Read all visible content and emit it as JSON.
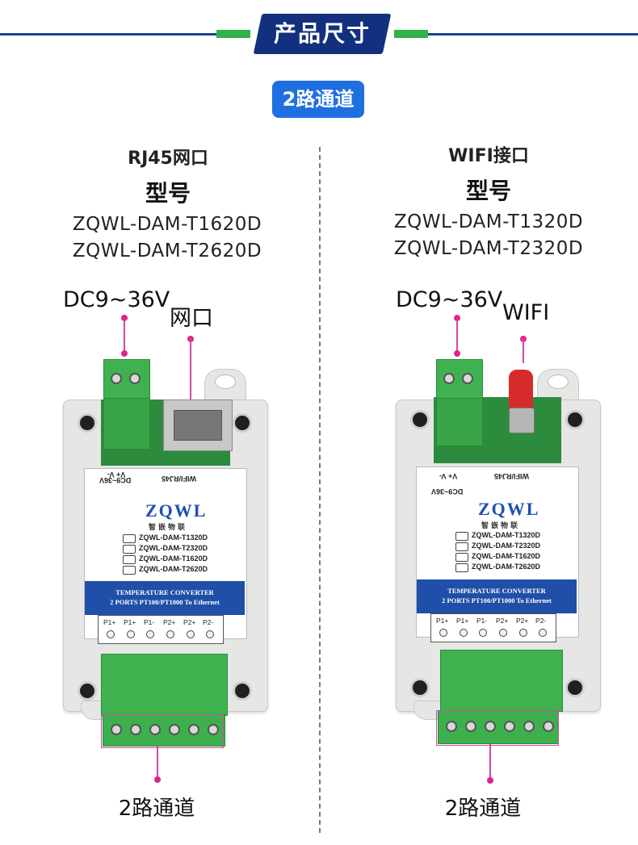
{
  "header": {
    "title": "产品尺寸"
  },
  "badge": {
    "label": "2路通道"
  },
  "left": {
    "interface": "RJ45网口",
    "model_heading": "型号",
    "models": [
      "ZQWL-DAM-T1620D",
      "ZQWL-DAM-T2620D"
    ],
    "power_label": "DC9~36V",
    "port_label": "网口",
    "channel_label": "2路通道"
  },
  "right": {
    "interface": "WIFI接口",
    "model_heading": "型号",
    "models": [
      "ZQWL-DAM-T1320D",
      "ZQWL-DAM-T2320D"
    ],
    "power_label": "DC9~36V",
    "port_label": "WIFI",
    "channel_label": "2路通道"
  },
  "device_label": {
    "power": "DC9~36V",
    "power_pins": "V+ V-",
    "comm": "WIFI/RJ45",
    "brand": "ZQWL",
    "brand_sub": "智嵌物联",
    "model_list": [
      "ZQWL-DAM-T1320D",
      "ZQWL-DAM-T2320D",
      "ZQWL-DAM-T1620D",
      "ZQWL-DAM-T2620D"
    ],
    "product_line1": "TEMPERATURE CONVERTER",
    "product_line2": "2 PORTS PT100/PT1000 To Ethernet",
    "ports": [
      "P1+",
      "P1+",
      "P1-",
      "P2+",
      "P2+",
      "P2-"
    ]
  },
  "colors": {
    "navy": "#13307e",
    "blue": "#1f6fe0",
    "green": "#2fb34a",
    "pink": "#e0258a"
  }
}
